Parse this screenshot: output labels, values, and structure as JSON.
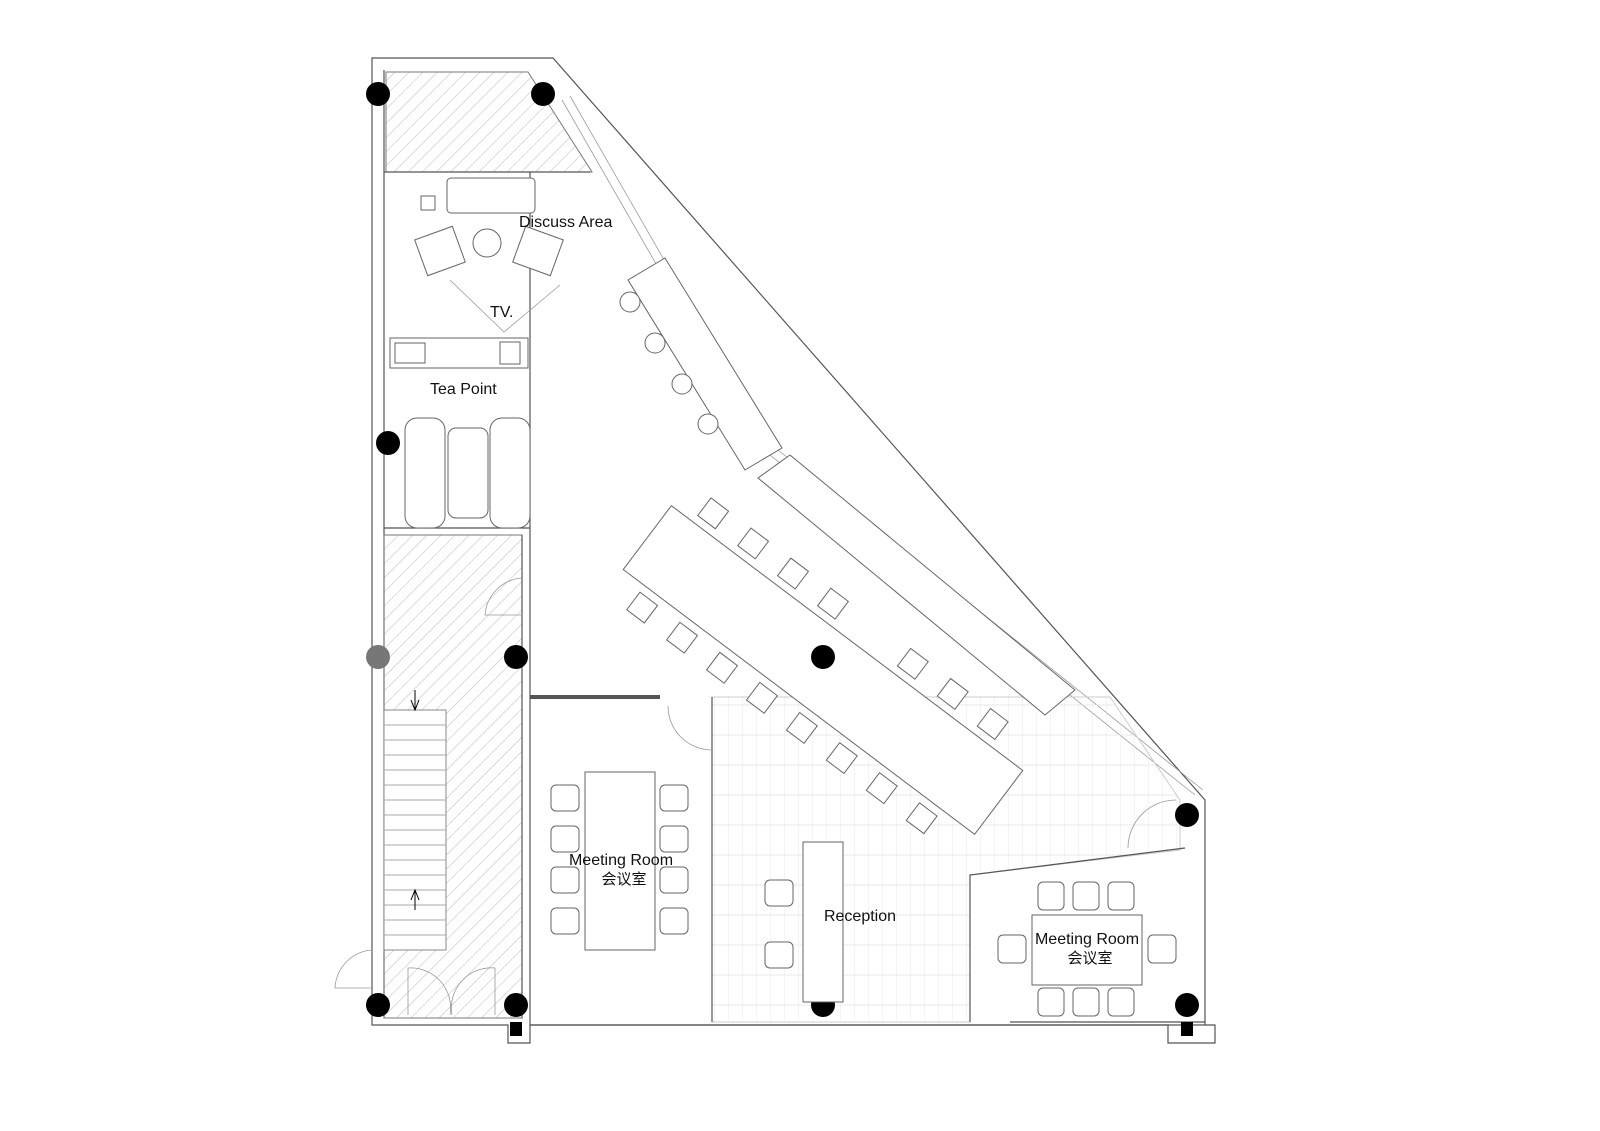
{
  "plan": {
    "rooms": {
      "discuss_area": "Discuss Area",
      "tv": "TV.",
      "tea_point": "Tea Point",
      "meeting_room_1": {
        "en": "Meeting Room",
        "cn": "会议室"
      },
      "reception": "Reception",
      "meeting_room_2": {
        "en": "Meeting Room",
        "cn": "会议室"
      }
    },
    "colors": {
      "wall": "#555555",
      "column": "#000000",
      "column_alt": "#777777",
      "hatch": "#bbbbbb"
    }
  }
}
